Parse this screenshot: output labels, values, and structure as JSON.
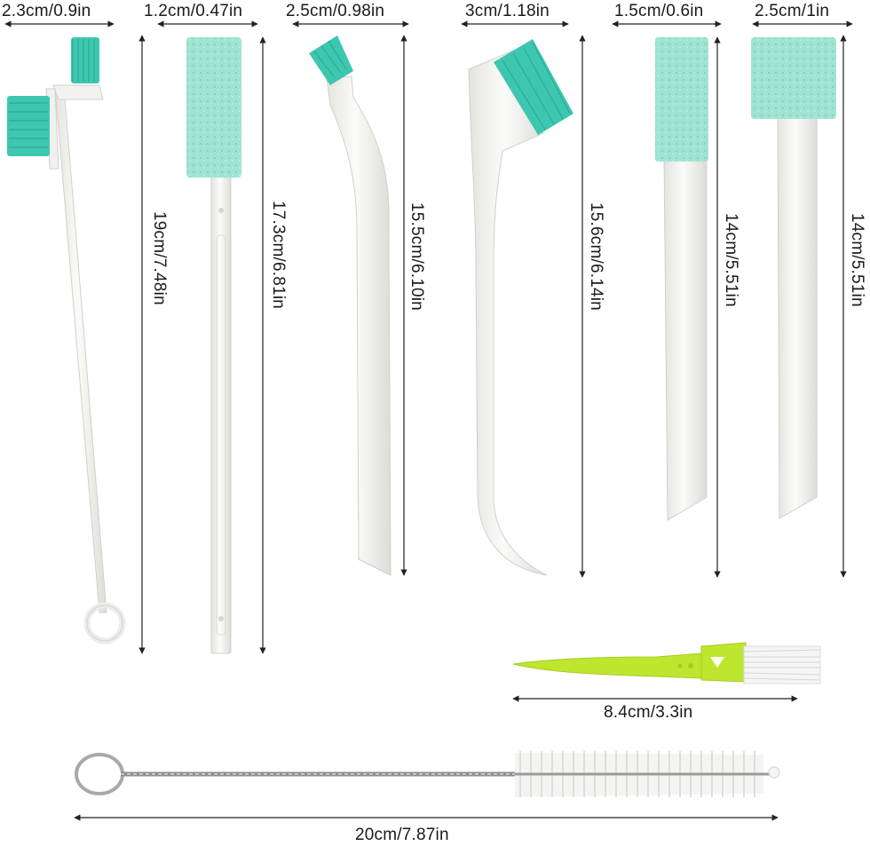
{
  "colors": {
    "accent_teal": "#3ec7b0",
    "sponge_teal": "#9ee3d3",
    "handle_white": "#f4f4f2",
    "green_brush": "#bfe62e",
    "dim_line": "#222222"
  },
  "dimensions": {
    "width_labels": [
      "2.3cm/0.9in",
      "1.2cm/0.47in",
      "2.5cm/0.98in",
      "3cm/1.18in",
      "1.5cm/0.6in",
      "2.5cm/1in"
    ],
    "length_labels": [
      "19cm/7.48in",
      "17.3cm/6.81in",
      "15.5cm/6.10in",
      "15.6cm/6.14in",
      "14cm/5.51in",
      "14cm/5.51in"
    ],
    "small_brush_label": "8.4cm/3.3in",
    "bottle_brush_label": "20cm/7.87in"
  }
}
